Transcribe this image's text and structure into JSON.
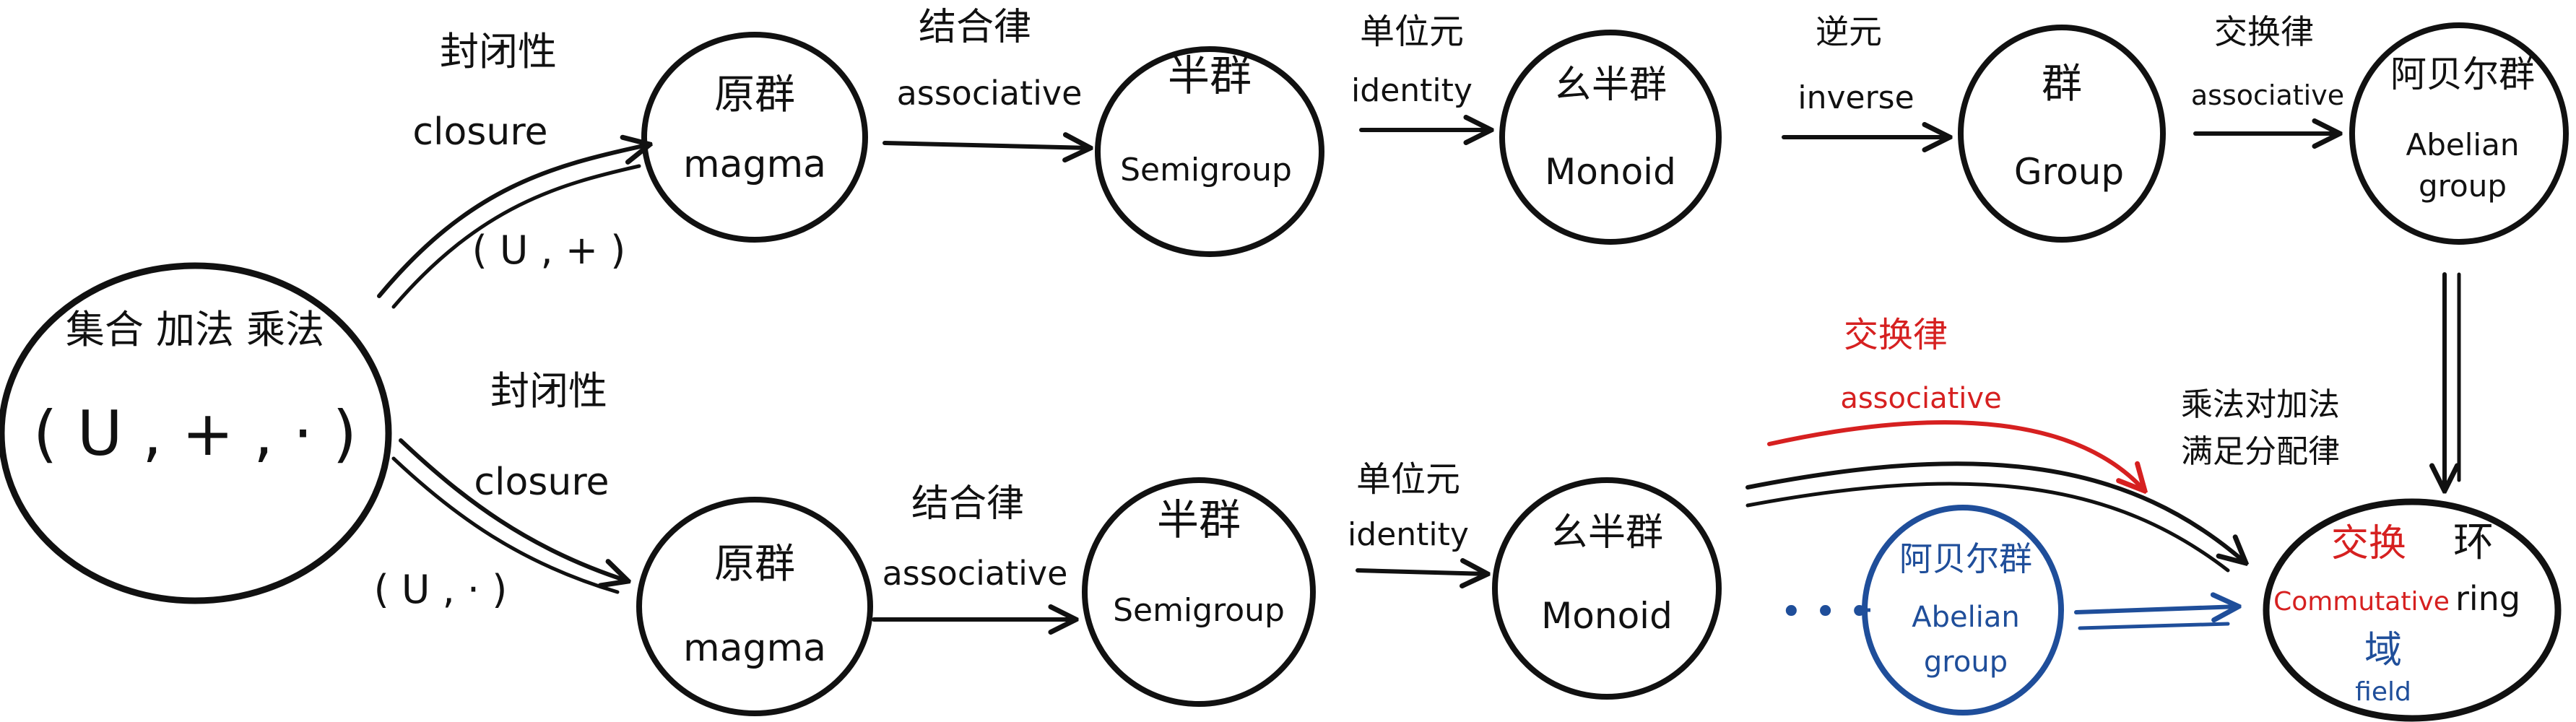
{
  "colors": {
    "ink": "#111111",
    "red": "#d62020",
    "blue": "#1f4e9a"
  },
  "nodes": {
    "set": {
      "line1": "集合  加法  乘法",
      "line2": "( U , + , · )"
    },
    "magma_top": {
      "zh": "原群",
      "en": "magma"
    },
    "semigroup_top": {
      "zh": "半群",
      "en": "Semigroup"
    },
    "monoid_top": {
      "zh": "幺半群",
      "en": "Monoid"
    },
    "group": {
      "zh": "群",
      "en": "Group"
    },
    "abelian_top": {
      "zh": "阿贝尔群",
      "en1": "Abelian",
      "en2": "group"
    },
    "magma_bottom": {
      "zh": "原群",
      "en": "magma"
    },
    "semigroup_bottom": {
      "zh": "半群",
      "en": "Semigroup"
    },
    "monoid_bottom": {
      "zh": "幺半群",
      "en": "Monoid"
    },
    "abelian_bottom": {
      "zh": "阿贝尔群",
      "en1": "Abelian",
      "en2": "group"
    },
    "ring": {
      "zh1": "交换",
      "zh2": "环",
      "en1": "Commutative",
      "en2": "ring",
      "zh3": "域",
      "en3": "field"
    }
  },
  "edges": {
    "closure_top": {
      "zh": "封闭性",
      "en": "closure",
      "op": "( U , + )"
    },
    "assoc_top": {
      "zh": "结合律",
      "en": "associative"
    },
    "identity_top": {
      "zh": "单位元",
      "en": "identity"
    },
    "inverse": {
      "zh": "逆元",
      "en": "inverse"
    },
    "commut_top": {
      "zh": "交换律",
      "en": "associative"
    },
    "closure_bottom": {
      "zh": "封闭性",
      "en": "closure",
      "op": "( U , · )"
    },
    "assoc_bottom": {
      "zh": "结合律",
      "en": "associative"
    },
    "identity_bottom": {
      "zh": "单位元",
      "en": "identity"
    },
    "commut_red": {
      "zh": "交换律",
      "en": "associative"
    },
    "distributive": {
      "zh1": "乘法对加法",
      "zh2": "满足分配律"
    },
    "dots": "• • •"
  }
}
